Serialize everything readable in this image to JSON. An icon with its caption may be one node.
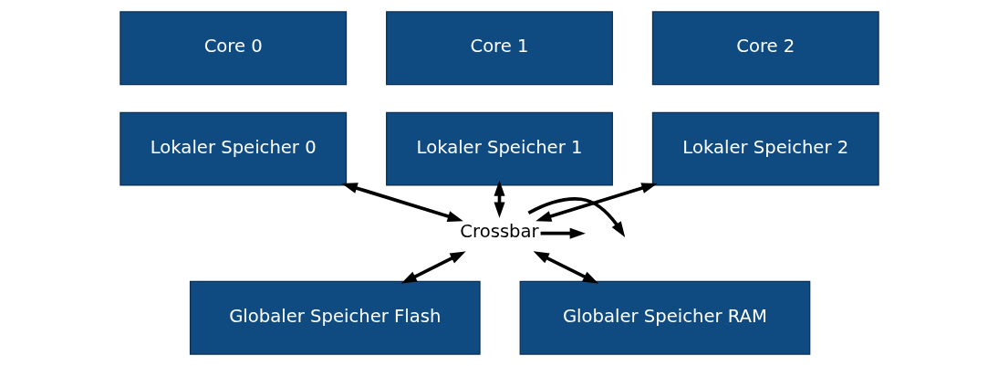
{
  "diagram": {
    "nodes": [
      {
        "text": [
          "Core 0"
        ]
      },
      {
        "text": [
          "Lokaler Speicher 0"
        ]
      },
      {
        "text": [
          "Core 1"
        ]
      },
      {
        "text": [
          "Lokaler Speicher 1"
        ]
      },
      {
        "text": [
          "Core 2"
        ]
      },
      {
        "text": [
          "Lokaler Speicher 2"
        ]
      },
      {
        "text": [
          "Crossbar"
        ]
      },
      {
        "text": [
          "Globaler Speicher Flash"
        ]
      },
      {
        "text": [
          "Globaler Speicher RAM"
        ]
      }
    ],
    "edges": [
      {
        "from": 1,
        "to": 6,
        "arrow": "both"
      },
      {
        "from": 3,
        "to": 6,
        "arrow": "both"
      },
      {
        "from": 5,
        "to": 6,
        "arrow": "both"
      },
      {
        "from": 6,
        "to": 7,
        "arrow": "both"
      },
      {
        "from": 6,
        "to": 8,
        "arrow": "both"
      },
      {
        "from": 6,
        "to": null,
        "arrow": "to"
      },
      {
        "from": 6,
        "to": null,
        "arrow": "to"
      }
    ]
  }
}
